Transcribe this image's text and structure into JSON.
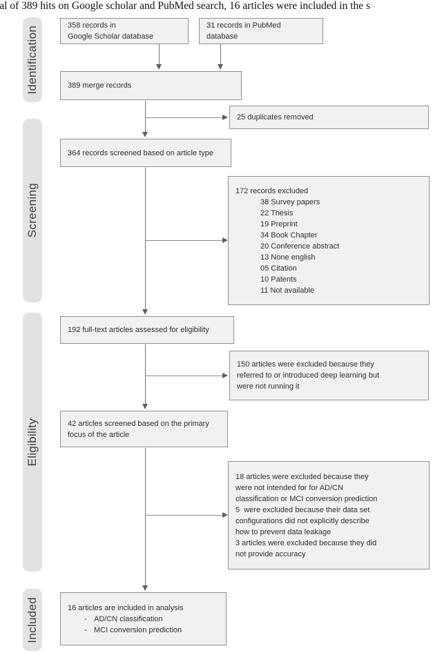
{
  "caption": "tal of 389 hits on Google scholar and PubMed search, 16 articles were included in the s",
  "stages": {
    "identification": "Identification",
    "screening": "Screening",
    "eligibility": "Eligibility",
    "included": "Included"
  },
  "boxes": {
    "google": {
      "lines": [
        "358 records in",
        "Google Scholar database"
      ]
    },
    "pubmed": {
      "lines": [
        "31 records in PubMed",
        "database"
      ]
    },
    "merged": {
      "lines": [
        "389 merge records"
      ]
    },
    "screened": {
      "lines": [
        "364 records screened based on article type"
      ]
    },
    "duplicates": {
      "lines": [
        "25 duplicates removed"
      ]
    },
    "excluded_type": {
      "title": "172 records excluded",
      "items": [
        "38 Survey papers",
        "22 Thesis",
        "19 Preprint",
        "34 Book Chapter",
        "20 Conference abstract",
        "13 None english",
        "05 Citation",
        "10 Patents",
        "11 Not available"
      ]
    },
    "fulltext": {
      "lines": [
        "192 full-text articles assessed for eligibility"
      ]
    },
    "excluded_not_running": {
      "lines": [
        "150 articles were excluded because they",
        "referred to or introduced deep learning but",
        "were not running it"
      ]
    },
    "primary_focus": {
      "lines": [
        "42 articles screened based on the primary",
        "focus of the article"
      ]
    },
    "excluded_reasons": {
      "lines": [
        "18 articles were excluded because they",
        "were not intended for for AD/CN",
        "classification or MCI conversion prediction",
        "5  were excluded because their data set",
        "configurations did not explicitly describe",
        "how to prevent data leakage",
        "3 articles were excluded because they did",
        "not provide accuracy"
      ]
    },
    "included": {
      "title": "16 articles are included in analysis",
      "bullet": "-",
      "items": [
        "AD/CN classification",
        "MCI conversion prediction"
      ]
    }
  },
  "colors": {
    "box_fill": "#f1f1f1",
    "box_border": "#8f8f8f",
    "band_fill": "#e2e2e2",
    "arrow": "#707070",
    "text": "#2e2e2e"
  }
}
